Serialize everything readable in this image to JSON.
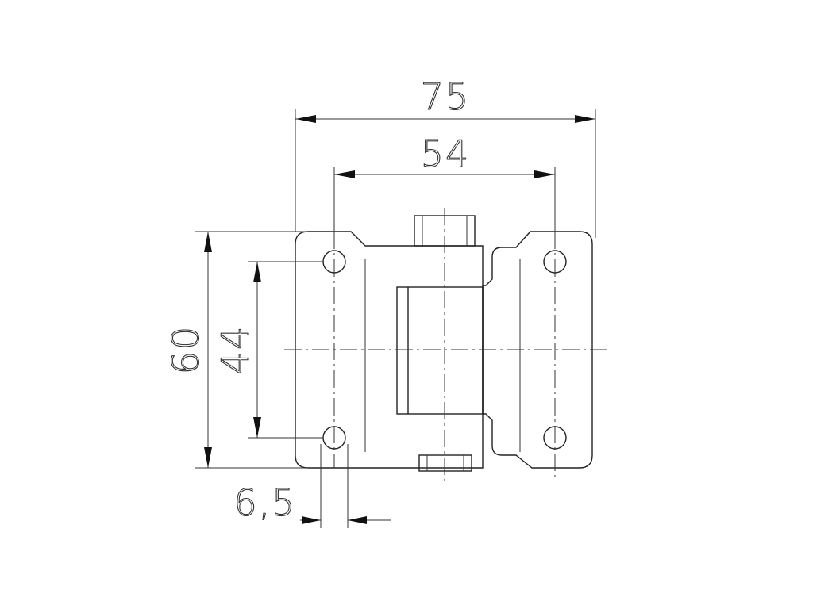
{
  "dimensions": {
    "overall_width": "75",
    "hole_spacing_horizontal": "54",
    "overall_height": "60",
    "hole_spacing_vertical": "44",
    "hole_diameter": "6,5"
  }
}
